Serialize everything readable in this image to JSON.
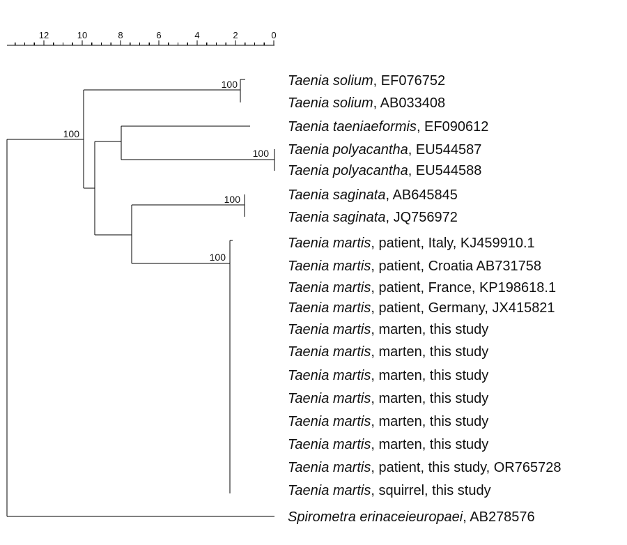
{
  "scale_bar": {
    "ticks": [
      "12",
      "10",
      "8",
      "6",
      "4",
      "2",
      "0"
    ]
  },
  "bootstrap_values": [
    "100",
    "100",
    "100",
    "100",
    "100"
  ],
  "taxa": [
    {
      "genus_species": "Taenia solium",
      "detail": ", EF076752"
    },
    {
      "genus_species": "Taenia solium",
      "detail": ", AB033408"
    },
    {
      "genus_species": "Taenia taeniaeformis",
      "detail": ", EF090612"
    },
    {
      "genus_species": "Taenia polyacantha",
      "detail": ", EU544587"
    },
    {
      "genus_species": "Taenia polyacantha",
      "detail": ", EU544588"
    },
    {
      "genus_species": "Taenia saginata",
      "detail": ", AB645845"
    },
    {
      "genus_species": "Taenia saginata",
      "detail": ", JQ756972"
    },
    {
      "genus_species": "Taenia martis",
      "detail": ", patient, Italy, KJ459910.1"
    },
    {
      "genus_species": "Taenia martis",
      "detail": ", patient, Croatia AB731758"
    },
    {
      "genus_species": "Taenia martis",
      "detail": ", patient, France, KP198618.1"
    },
    {
      "genus_species": "Taenia martis",
      "detail": ", patient, Germany, JX415821"
    },
    {
      "genus_species": "Taenia martis",
      "detail": ", marten, this study"
    },
    {
      "genus_species": "Taenia martis",
      "detail": ", marten, this study"
    },
    {
      "genus_species": "Taenia martis",
      "detail": ", marten, this study"
    },
    {
      "genus_species": "Taenia martis",
      "detail": ", marten, this study"
    },
    {
      "genus_species": "Taenia martis",
      "detail": ", marten, this study"
    },
    {
      "genus_species": "Taenia martis",
      "detail": ", marten, this study"
    },
    {
      "genus_species": "Taenia martis",
      "detail": ", patient, this study, OR765728"
    },
    {
      "genus_species": "Taenia martis",
      "detail": ", squirrel, this study"
    },
    {
      "genus_species": "Spirometra erinaceieuropaei",
      "detail": ", AB278576"
    }
  ]
}
